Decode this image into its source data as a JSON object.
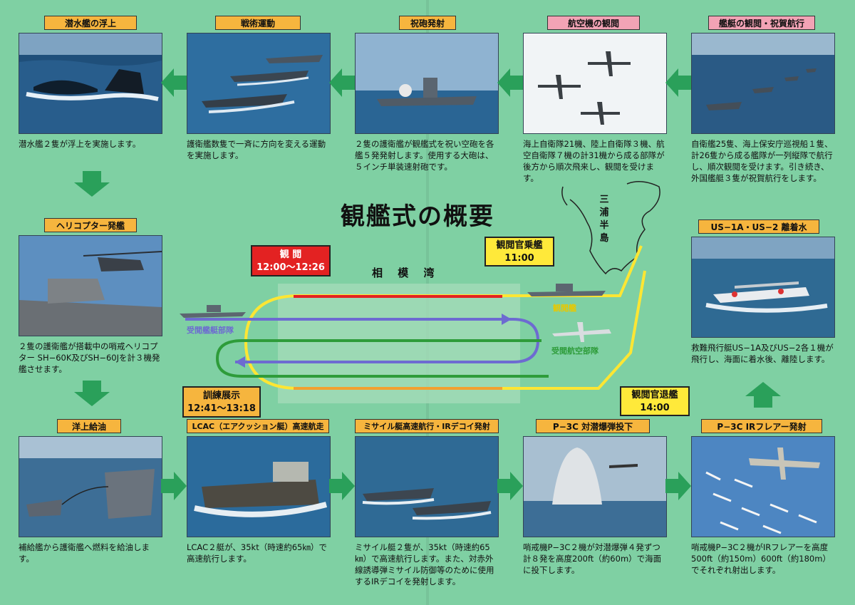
{
  "title": "観艦式の概要",
  "bay_label": "相 模 湾",
  "peninsula_label": [
    "三",
    "浦",
    "半",
    "島"
  ],
  "routes": {
    "review_label": "観閲艦",
    "ship_group_label": "受閲艦艇部隊",
    "air_group_label": "受閲航空部隊"
  },
  "callouts": {
    "review": {
      "line1": "観 閲",
      "line2": "12:00～12:26"
    },
    "boarding": {
      "line1": "観閲官乗艦",
      "line2": "11:00"
    },
    "training": {
      "line1": "訓練展示",
      "line2": "12:41～13:18"
    },
    "exit": {
      "line1": "観閲官退艦",
      "line2": "14:00"
    }
  },
  "panels": [
    {
      "label": "潜水艦の浮上",
      "desc": "潜水艦２隻が浮上を実施します。"
    },
    {
      "label": "戦術運動",
      "desc": "護衛艦数隻で一斉に方向を変える運動を実施します。"
    },
    {
      "label": "祝砲発射",
      "desc": "２隻の護衛艦が観艦式を祝い空砲を各艦５発発射します。使用する大砲は、５インチ単装速射砲です。"
    },
    {
      "label": "航空機の観閲",
      "desc": "海上自衛隊21機、陸上自衛隊３機、航空自衛隊７機の計31機から成る部隊が後方から順次飛来し、観閲を受けます。"
    },
    {
      "label": "艦艇の観閲・祝賀航行",
      "desc": "自衛艦25隻、海上保安庁巡視船１隻、計26隻から成る艦隊が一列縦隊で航行し、順次観閲を受けます。引き続き、外国艦艇３隻が祝賀航行をします。"
    },
    {
      "label": "ヘリコプター発艦",
      "desc": "２隻の護衛艦が搭載中の哨戒ヘリコプター SH−60K及びSH−60Jを計３機発艦させます。"
    },
    {
      "label": "US−1A・US−2 離着水",
      "desc": "救難飛行艇US−1A及びUS−2各１機が飛行し、海面に着水後、離陸します。"
    },
    {
      "label": "洋上給油",
      "desc": "補給艦から護衛艦へ燃料を給油します。"
    },
    {
      "label": "LCAC（エアクッション艇）高速航走",
      "desc": "LCAC２艇が、35kt（時速約65㎞）で高速航行します。"
    },
    {
      "label": "ミサイル艇高速航行・IRデコイ発射",
      "desc": "ミサイル艇２隻が、35kt（時速約65㎞）で高速航行します。また、対赤外線誘導弾ミサイル防御等のために使用するIRデコイを発射します。"
    },
    {
      "label": "P−3C 対潜爆弾投下",
      "desc": "哨戒機P−3C２機が対潜爆弾４発ずつ計８発を高度200ft（約60m）で海面に投下します。"
    },
    {
      "label": "P−3C IRフレアー発射",
      "desc": "哨戒機P−3C２機がIRフレアーを高度500ft（約150m）600ft（約180m）でそれぞれ射出します。"
    }
  ]
}
